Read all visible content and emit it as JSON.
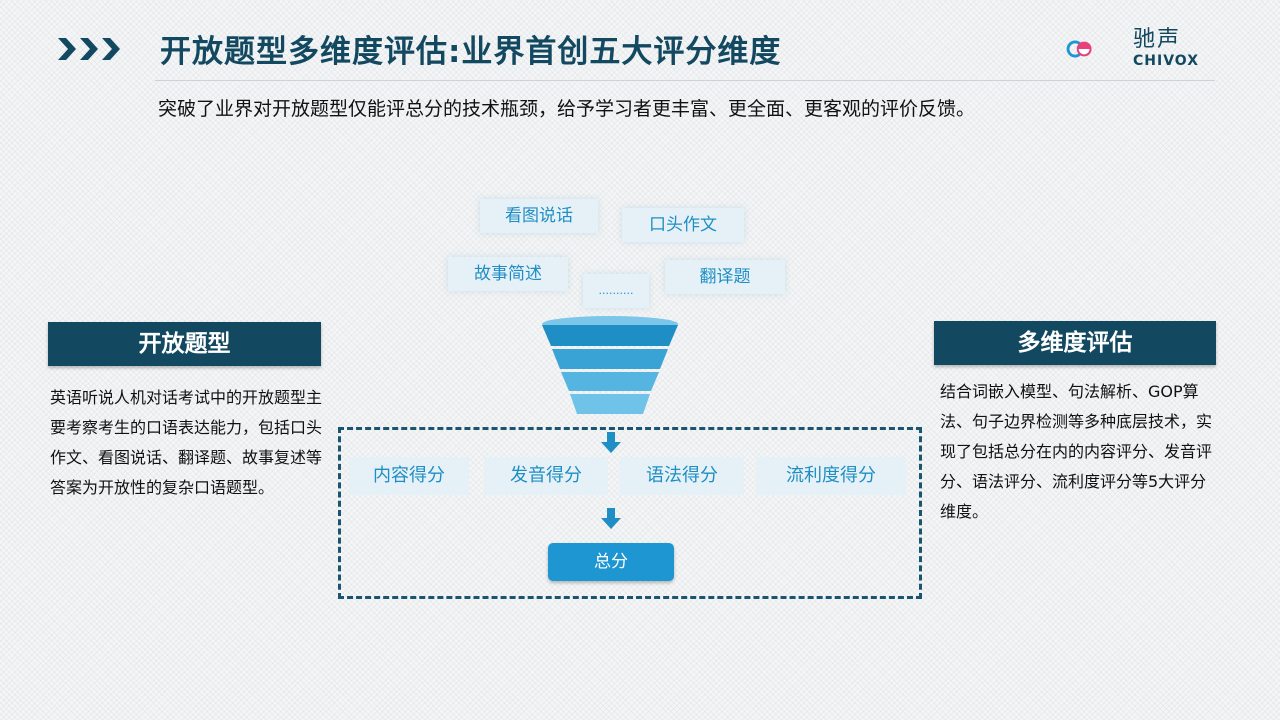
{
  "header": {
    "title": "开放题型多维度评估:业界首创五大评分维度",
    "subtitle": "突破了业界对开放题型仅能评总分的技术瓶颈，给予学习者更丰富、更全面、更客观的评价反馈。"
  },
  "logo": {
    "cn": "驰声",
    "en": "CHIVOX",
    "colors": [
      "#1e96d2",
      "#e8407a"
    ]
  },
  "question_types": [
    "看图说话",
    "口头作文",
    "故事简述",
    "..........",
    "翻译题"
  ],
  "left_panel": {
    "title": "开放题型",
    "text": "英语听说人机对话考试中的开放题型主要考察考生的口语表达能力，包括口头作文、看图说话、翻译题、故事复述等答案为开放性的复杂口语题型。"
  },
  "right_panel": {
    "title": "多维度评估",
    "text": "结合词嵌入模型、句法解析、GOP算法、句子边界检测等多种底层技术，实现了包括总分在内的内容评分、发音评分、语法评分、流利度评分等5大评分维度。"
  },
  "scores": [
    "内容得分",
    "发音得分",
    "语法得分",
    "流利度得分"
  ],
  "total": "总分",
  "colors": {
    "primary": "#124860",
    "accent": "#1e96d2",
    "tag_bg": "#e6f1f7"
  }
}
